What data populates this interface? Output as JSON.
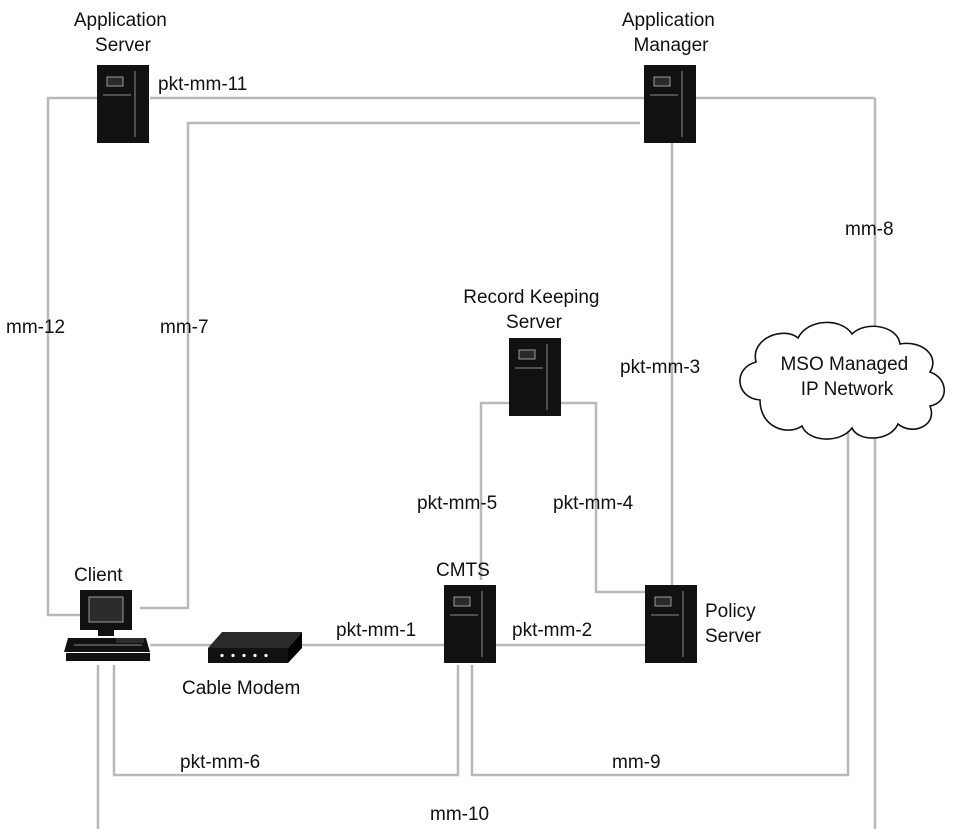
{
  "nodes": {
    "application_server": [
      "Application",
      "Server"
    ],
    "application_manager": [
      "Application",
      "Manager"
    ],
    "record_keeping_server": [
      "Record Keeping",
      "Server"
    ],
    "network": [
      "MSO Managed",
      "IP Network"
    ],
    "client": "Client",
    "cmts": "CMTS",
    "policy_server": [
      "Policy",
      "Server"
    ],
    "cable_modem": "Cable Modem"
  },
  "interfaces": {
    "pkt_mm_1": "pkt-mm-1",
    "pkt_mm_2": "pkt-mm-2",
    "pkt_mm_3": "pkt-mm-3",
    "pkt_mm_4": "pkt-mm-4",
    "pkt_mm_5": "pkt-mm-5",
    "pkt_mm_6": "pkt-mm-6",
    "mm_7": "mm-7",
    "mm_8": "mm-8",
    "mm_9": "mm-9",
    "mm_10": "mm-10",
    "pkt_mm_11": "pkt-mm-11",
    "mm_12": "mm-12"
  },
  "colors": {
    "connector": "#b9b9b9",
    "device": "#111111",
    "text": "#111111"
  },
  "icons": {
    "server": "tower-server-icon",
    "client": "desktop-computer-icon",
    "modem": "cable-modem-icon",
    "network": "cloud-icon"
  }
}
